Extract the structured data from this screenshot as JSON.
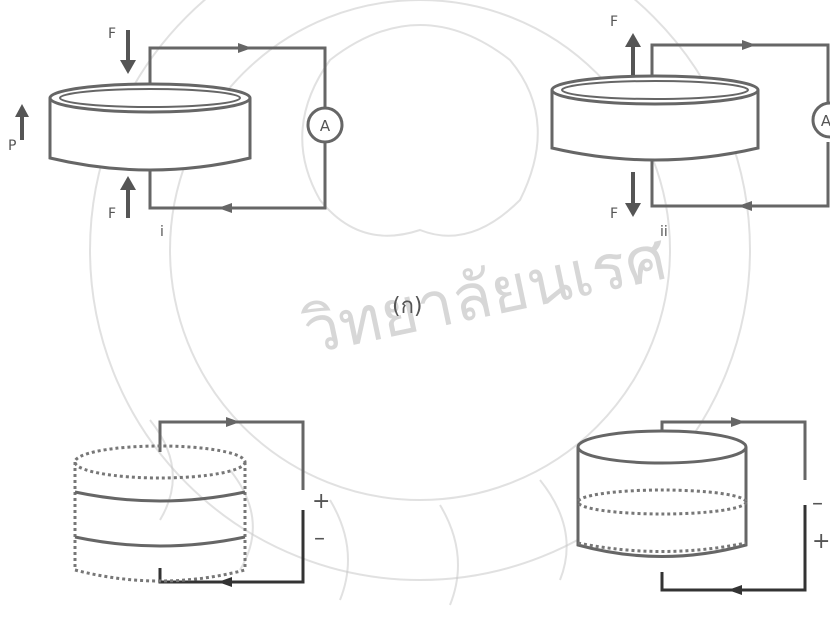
{
  "labels": {
    "force": "F",
    "pressure": "P",
    "ammeter": "A",
    "case_i": "i",
    "case_ii": "ii",
    "caption": "(ก)",
    "plus": "+",
    "minus": "–"
  },
  "watermark": {
    "text": "วิทยาลัยนเรศ"
  },
  "colors": {
    "wire": "#666666",
    "watermark": "#c9c9c9"
  }
}
